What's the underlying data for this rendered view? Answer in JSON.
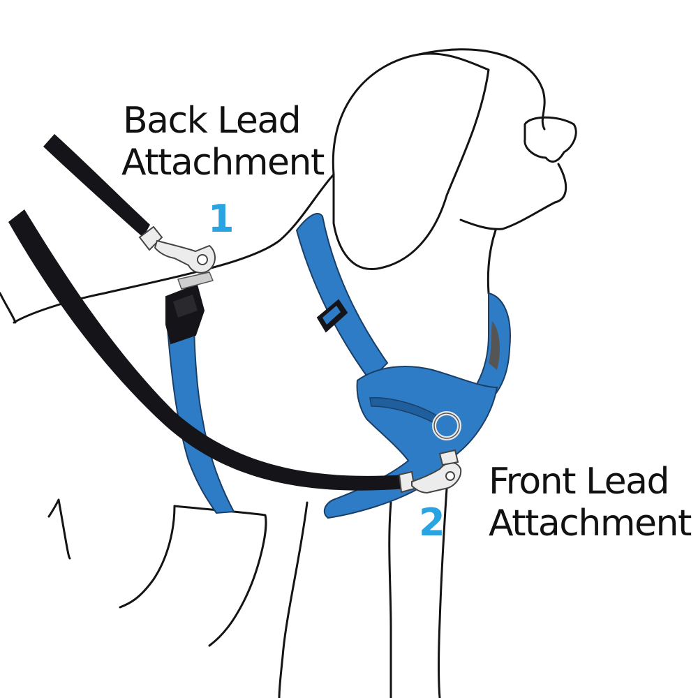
{
  "labels": {
    "back": {
      "line1": "Back Lead",
      "line2": "Attachment",
      "number": "1"
    },
    "front": {
      "line1": "Front Lead",
      "line2": "Attachment",
      "number": "2"
    }
  },
  "colors": {
    "harness": "#2e7cc6",
    "harness_dark": "#1f5f9e",
    "leash": "#141419",
    "outline": "#141414",
    "number": "#29a3e2",
    "metal": "#e8e8e8"
  },
  "icons": {
    "dog": "dog-line-drawing",
    "harness": "harness-strap",
    "buckle": "side-release-buckle",
    "clip": "leash-clip"
  }
}
